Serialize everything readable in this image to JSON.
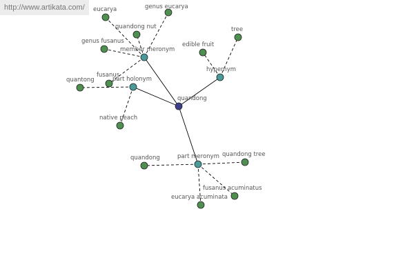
{
  "site": {
    "url": "http://www.artikata.com/"
  },
  "colors": {
    "center": "#3b3f8c",
    "relation": "#4a9a9a",
    "leaf": "#4f8f4f",
    "edge": "#000000"
  },
  "graph": {
    "center": {
      "id": "quandong",
      "label": "quandong"
    },
    "relations": [
      {
        "id": "member-meronym",
        "label": "member meronym"
      },
      {
        "id": "part-holonym",
        "label": "part holonym"
      },
      {
        "id": "hypernym",
        "label": "hypernym"
      },
      {
        "id": "part-meronym",
        "label": "part meronym"
      }
    ],
    "leaves": [
      {
        "id": "eucarya",
        "label": "eucarya",
        "relation": "member-meronym"
      },
      {
        "id": "genus-eucarya",
        "label": "genus eucarya",
        "relation": "member-meronym"
      },
      {
        "id": "quandong-nut",
        "label": "quandong nut",
        "relation": "member-meronym"
      },
      {
        "id": "genus-fusanus",
        "label": "genus fusanus",
        "relation": "member-meronym"
      },
      {
        "id": "fusanus",
        "label": "fusanus",
        "relation": "member-meronym"
      },
      {
        "id": "quantong",
        "label": "quantong",
        "relation": "part-holonym"
      },
      {
        "id": "native-peach",
        "label": "native peach",
        "relation": "part-holonym"
      },
      {
        "id": "edible-fruit",
        "label": "edible fruit",
        "relation": "hypernym"
      },
      {
        "id": "tree",
        "label": "tree",
        "relation": "hypernym"
      },
      {
        "id": "quandong-2",
        "label": "quandong",
        "relation": "part-meronym"
      },
      {
        "id": "quandong-tree",
        "label": "quandong tree",
        "relation": "part-meronym"
      },
      {
        "id": "fusanus-acuminatus",
        "label": "fusanus acuminatus",
        "relation": "part-meronym"
      },
      {
        "id": "eucarya-acuminata",
        "label": "eucarya acuminata",
        "relation": "part-meronym"
      }
    ]
  }
}
